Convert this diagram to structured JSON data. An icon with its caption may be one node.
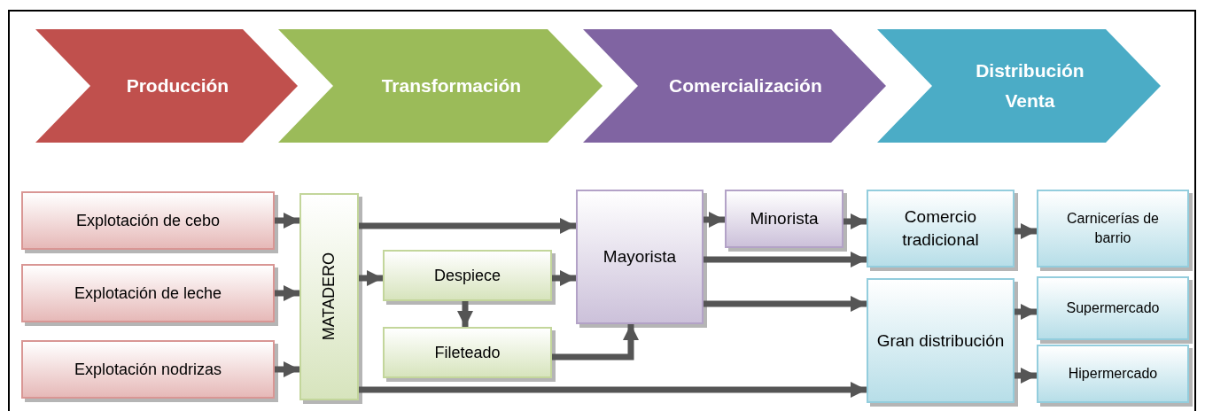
{
  "diagram": {
    "nodes": [
      {
        "text": [
          "Producción"
        ]
      },
      {
        "text": [
          "Transformación"
        ]
      },
      {
        "text": [
          "Comercialización"
        ]
      },
      {
        "text": [
          "Distribución Venta"
        ]
      },
      {
        "text": [
          "Explotación de cebo"
        ]
      },
      {
        "text": [
          "Explotación de leche"
        ]
      },
      {
        "text": [
          "Explotación nodrizas"
        ]
      },
      {
        "text": [
          "MATADERO"
        ]
      },
      {
        "text": [
          "Despiece"
        ]
      },
      {
        "text": [
          "Fileteado"
        ]
      },
      {
        "text": [
          "Mayorista"
        ]
      },
      {
        "text": [
          "Minorista"
        ]
      },
      {
        "text": [
          "Comercio tradicional"
        ]
      },
      {
        "text": [
          "Carnicerías de barrio"
        ]
      },
      {
        "text": [
          "Gran distribución"
        ]
      },
      {
        "text": [
          "Supermercado"
        ]
      },
      {
        "text": [
          "Hipermercado"
        ]
      }
    ],
    "edges": [
      {
        "from": 4,
        "to": 7,
        "arrow": "to"
      },
      {
        "from": 5,
        "to": 7,
        "arrow": "to"
      },
      {
        "from": 6,
        "to": 7,
        "arrow": "to"
      },
      {
        "from": 7,
        "to": 10,
        "arrow": "to"
      },
      {
        "from": 7,
        "to": 8,
        "arrow": "to"
      },
      {
        "from": 8,
        "to": 9,
        "arrow": "to"
      },
      {
        "from": 8,
        "to": 10,
        "arrow": "to"
      },
      {
        "from": 9,
        "to": 10,
        "arrow": "to"
      },
      {
        "from": 7,
        "to": 14,
        "arrow": "to"
      },
      {
        "from": 10,
        "to": 11,
        "arrow": "to"
      },
      {
        "from": 11,
        "to": 12,
        "arrow": "to"
      },
      {
        "from": 10,
        "to": 12,
        "arrow": "to"
      },
      {
        "from": 10,
        "to": 14,
        "arrow": "to"
      },
      {
        "from": 12,
        "to": 13,
        "arrow": "to"
      },
      {
        "from": 14,
        "to": 15,
        "arrow": "to"
      },
      {
        "from": 14,
        "to": 16,
        "arrow": "to"
      }
    ]
  }
}
